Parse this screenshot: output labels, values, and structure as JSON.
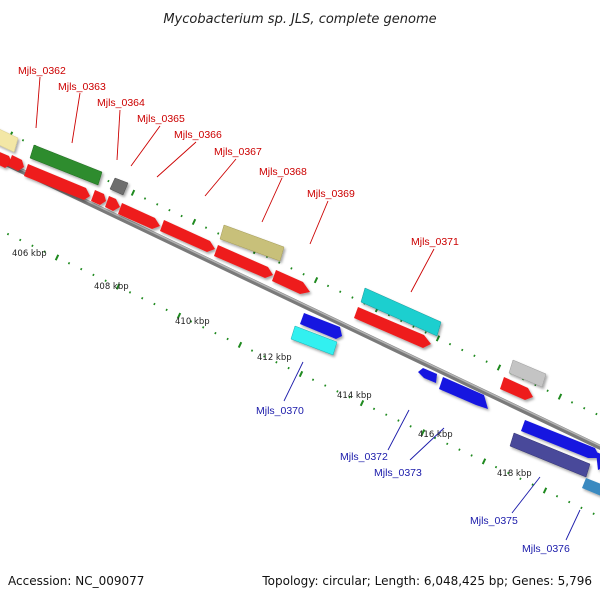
{
  "title": "Mycobacterium sp. JLS, complete genome",
  "footer": {
    "accession": "Accession: NC_009077",
    "summary": "Topology: circular; Length: 6,048,425 bp; Genes: 5,796"
  },
  "colors": {
    "forward_label": "#cc0000",
    "reverse_label": "#1a1aaa",
    "backbone": "#8a8a8a",
    "tick_green": "#1f8a1f"
  },
  "scale_ticks": [
    "406 kbp",
    "408 kbp",
    "410 kbp",
    "412 kbp",
    "414 kbp",
    "416 kbp",
    "418 kbp"
  ],
  "forward_labels": [
    "Mjls_0362",
    "Mjls_0363",
    "Mjls_0364",
    "Mjls_0365",
    "Mjls_0366",
    "Mjls_0367",
    "Mjls_0368",
    "Mjls_0369",
    "Mjls_0371"
  ],
  "reverse_labels": [
    "Mjls_0370",
    "Mjls_0372",
    "Mjls_0373",
    "Mjls_0375",
    "Mjls_0376"
  ]
}
